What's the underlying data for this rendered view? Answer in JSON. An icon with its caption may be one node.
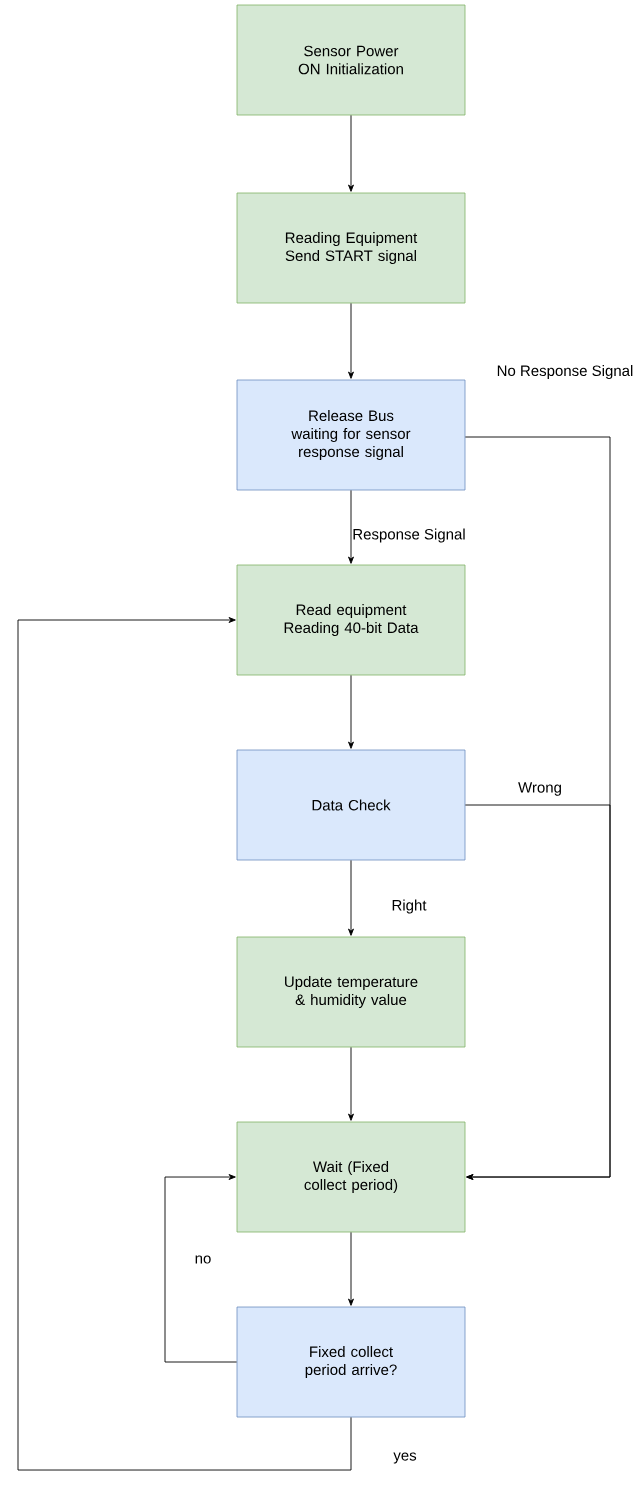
{
  "diagram": {
    "nodes": [
      {
        "text": [
          "Sensor Power ON Initialization"
        ]
      },
      {
        "text": [
          "Reading Equipment Send START signal"
        ]
      },
      {
        "text": [
          "Release Bus waiting for sensor response signal"
        ]
      },
      {
        "text": [
          "Read equipment Reading 40-bit Data"
        ]
      },
      {
        "text": [
          "Data Check"
        ]
      },
      {
        "text": [
          "Update temperature & humidity value"
        ]
      },
      {
        "text": [
          "Wait (Fixed collect period)"
        ]
      },
      {
        "text": [
          "Fixed collect period arrive?"
        ]
      }
    ],
    "edges": [
      {
        "from": 0,
        "to": 1,
        "arrow": "to"
      },
      {
        "from": 1,
        "to": 2,
        "arrow": "to"
      },
      {
        "from": 2,
        "to": 3,
        "arrow": "to",
        "label": "Response Signal"
      },
      {
        "from": 3,
        "to": 4,
        "arrow": "to"
      },
      {
        "from": 4,
        "to": 5,
        "arrow": "to",
        "label": "Right"
      },
      {
        "from": 5,
        "to": 6,
        "arrow": "to"
      },
      {
        "from": 6,
        "to": 7,
        "arrow": "to"
      },
      {
        "from": 7,
        "to": 6,
        "arrow": "to",
        "label": "no"
      },
      {
        "from": 2,
        "to": 6,
        "arrow": "to",
        "label": "No Response Signal"
      },
      {
        "from": 4,
        "to": 6,
        "arrow": "to",
        "label": "Wrong"
      },
      {
        "from": 7,
        "to": 3,
        "arrow": "to",
        "label": "yes"
      }
    ]
  }
}
